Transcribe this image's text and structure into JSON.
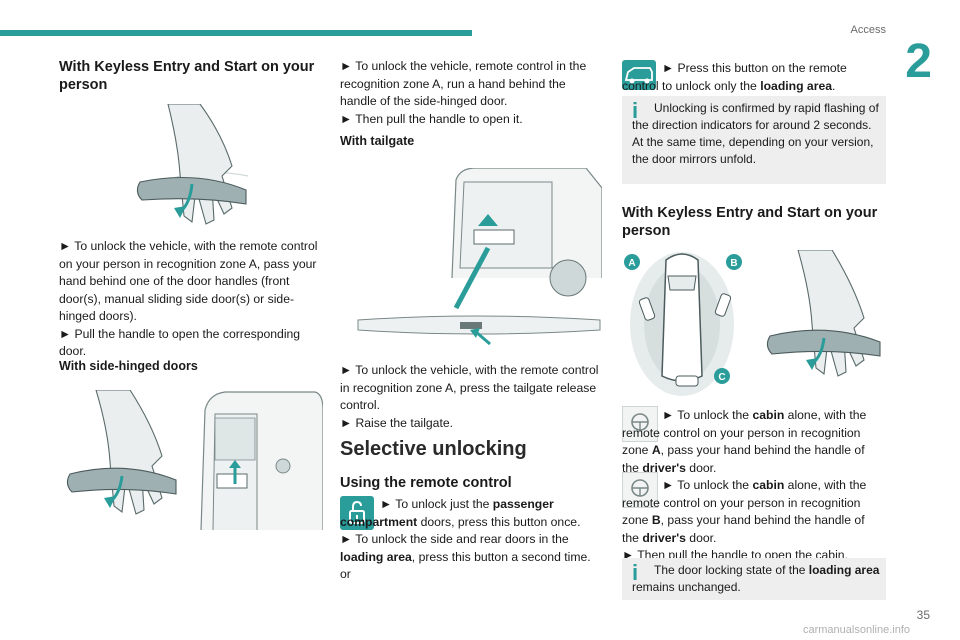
{
  "header": {
    "section": "Access",
    "chapter": "2",
    "page": "35"
  },
  "col1": {
    "heading": "With Keyless Entry and Start on your person",
    "p1": "► To unlock the vehicle, with the remote control on your person in recognition zone A, pass your hand behind one of the door handles (front door(s), manual sliding side door(s) or side-hinged doors).",
    "p2": "► Pull the handle to open the corresponding door.",
    "subheading": "With side-hinged doors"
  },
  "col2": {
    "p1": "► To unlock the vehicle, remote control in the recognition zone A, run a hand behind the handle of the side-hinged door.",
    "p2": "► Then pull the handle to open it.",
    "subheading": "With tailgate",
    "p3": "► To unlock the vehicle, with the remote control in recognition zone A, press the tailgate release control.",
    "p4": "► Raise the tailgate.",
    "section_title": "Selective unlocking",
    "sub_title": "Using the remote control",
    "btn_text_a": "► To unlock just the ",
    "btn_bold_a": "passenger compartment",
    "btn_text_b": " doors, press this button once.",
    "p5a": "► To unlock the side and rear doors in the ",
    "p5b": "loading area",
    "p5c": ", press this button a second time.",
    "p6": "or"
  },
  "col3": {
    "btn_text_a": "► Press this button on the remote control to unlock only the ",
    "btn_bold_a": "loading area",
    "btn_text_b": ".",
    "info1": "Unlocking is confirmed by rapid flashing of the direction indicators for around 2 seconds.",
    "info1b": "At the same time, depending on your version, the door mirrors unfold.",
    "heading": "With Keyless Entry and Start on your person",
    "zone_a": "A",
    "zone_b": "B",
    "zone_c": "C",
    "i1a": "► To unlock the ",
    "i1b": "cabin",
    "i1c": " alone, with the remote control on your person in recognition zone ",
    "i1d": "A",
    "i1e": ", pass your hand behind the handle of the ",
    "i1f": "driver's",
    "i1g": " door.",
    "i2a": "► To unlock the ",
    "i2b": "cabin",
    "i2c": " alone, with the remote control on your person in recognition zone ",
    "i2d": "B",
    "i2e": ", pass your hand behind the handle of the ",
    "i2f": "driver's",
    "i2g": " door.",
    "p_last": "► Then pull the handle to open the cabin.",
    "info2a": "The door locking state of the ",
    "info2b": "loading area",
    "info2c": " remains unchanged."
  },
  "watermark": "carmanualsonline.info",
  "colors": {
    "accent": "#2a9d9a",
    "info_bg": "#eeeeee",
    "text": "#1a1a1a"
  }
}
